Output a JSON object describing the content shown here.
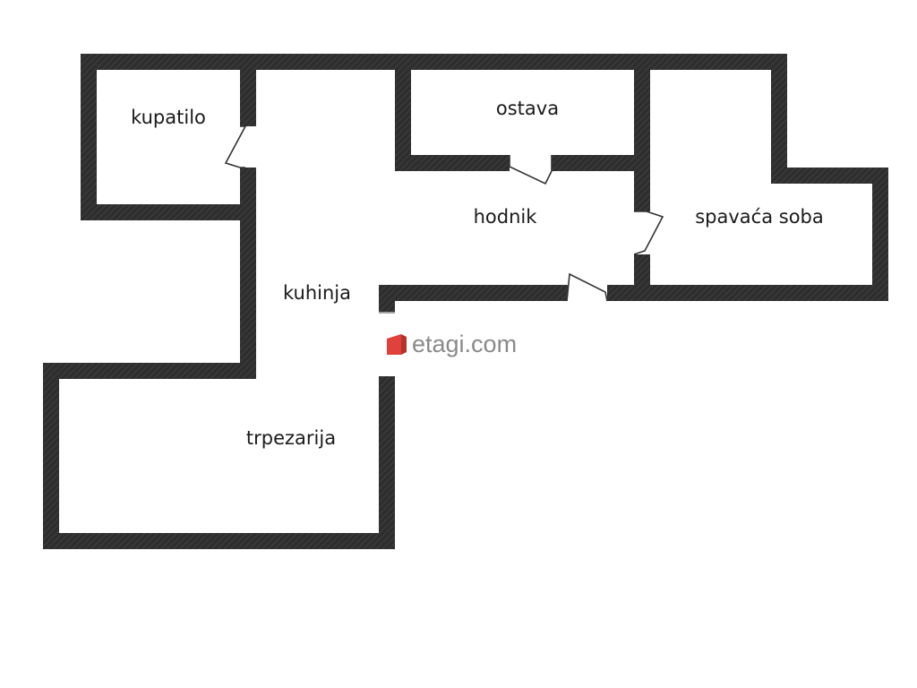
{
  "colors": {
    "wall": "#2e2e2e",
    "wall_hatch": "#474747",
    "watermark_icon": "#e0413a",
    "watermark_text": "#8a8a8a",
    "background": "#ffffff"
  },
  "rooms": [
    {
      "id": "kupatilo",
      "label": "kupatilo"
    },
    {
      "id": "ostava",
      "label": "ostava"
    },
    {
      "id": "hodnik",
      "label": "hodnik"
    },
    {
      "id": "spavaca-soba",
      "label": "spavaća soba"
    },
    {
      "id": "kuhinja",
      "label": "kuhinja"
    },
    {
      "id": "trpezarija",
      "label": "trpezarija"
    }
  ],
  "watermark": {
    "text": "etagi.com",
    "icon": "etagi-logo-icon"
  }
}
